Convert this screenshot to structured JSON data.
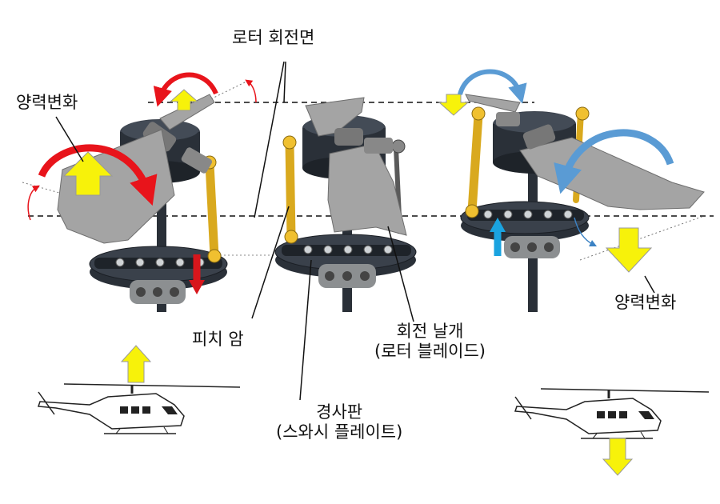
{
  "labels": {
    "rotor_plane": "로터 회전면",
    "lift_change_left": "양력변화",
    "lift_change_right": "양력변화",
    "pitch_arm": "피치 암",
    "rotor_blade_line1": "회전 날개",
    "rotor_blade_line2": "(로터 블레이드)",
    "swashplate_line1": "경사판",
    "swashplate_line2": "(스와시 플레이트)"
  },
  "colors": {
    "lift_arrow": "#f7f20a",
    "rotation_red": "#e8141b",
    "rotation_blue": "#5a9bd4",
    "pushrod_red": "#d7161c",
    "pushrod_blue": "#1aa3e0",
    "pitch_link": "#d9a91e",
    "blade": "#a4a4a4",
    "hub_dark": "#2a3038"
  },
  "icons": {
    "helicopter_left": "helicopter-icon",
    "helicopter_right": "helicopter-icon"
  }
}
